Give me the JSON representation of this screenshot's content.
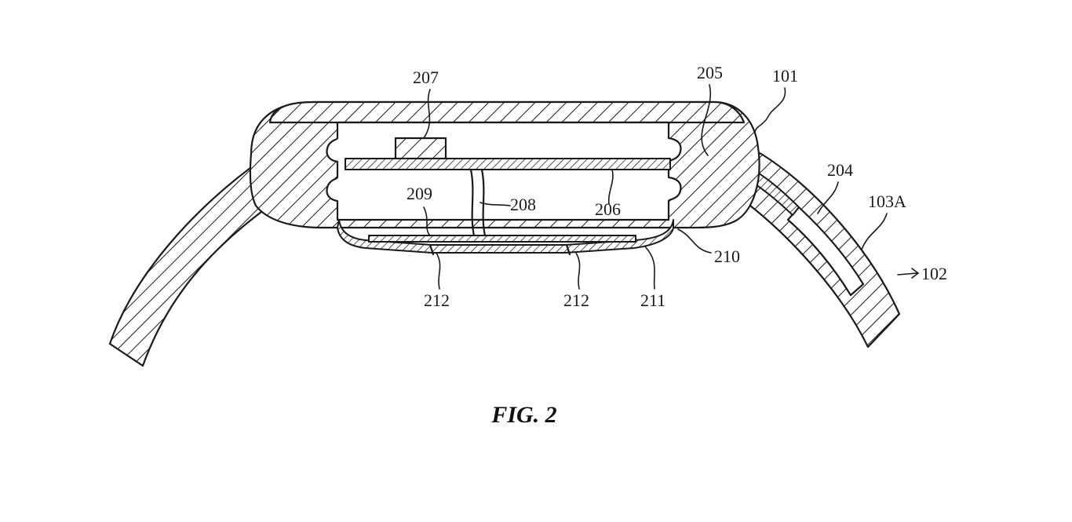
{
  "figure": {
    "caption": "FIG. 2",
    "labels": {
      "l207": "207",
      "l205": "205",
      "l101": "101",
      "l204": "204",
      "l103a": "103A",
      "l102": "102",
      "l209": "209",
      "l208": "208",
      "l206": "206",
      "l210": "210",
      "l212a": "212",
      "l212b": "212",
      "l211": "211"
    }
  }
}
